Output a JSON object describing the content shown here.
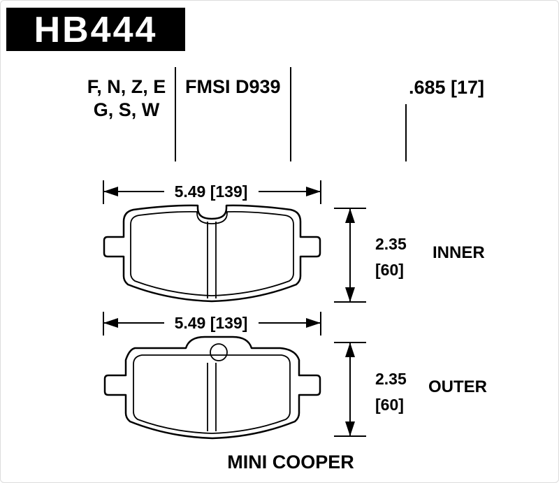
{
  "header": {
    "part_number": "HB444",
    "compound_codes_line1": "F, N, Z, E",
    "compound_codes_line2": "G, S, W",
    "fmsi_number": "FMSI D939",
    "pad_thickness": ".685 [17]"
  },
  "views": [
    {
      "label": "INNER",
      "width_dimension": "5.49 [139]",
      "height_dimension_in": "2.35",
      "height_dimension_mm": "[60]"
    },
    {
      "label": "OUTER",
      "width_dimension": "5.49 [139]",
      "height_dimension_in": "2.35",
      "height_dimension_mm": "[60]"
    }
  ],
  "footer": {
    "vehicle": "MINI COOPER"
  },
  "colors": {
    "background": "#ffffff",
    "plate_background": "#000000",
    "plate_text": "#ffffff",
    "line_color": "#000000"
  }
}
